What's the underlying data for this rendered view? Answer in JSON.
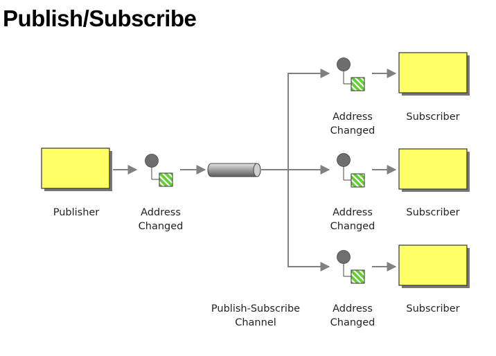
{
  "title": "Publish/Subscribe",
  "publisher": {
    "label": "Publisher"
  },
  "message": {
    "line1": "Address",
    "line2": "Changed"
  },
  "channel": {
    "line1": "Publish-Subscribe",
    "line2": "Channel"
  },
  "subscribers": [
    {
      "label": "Subscriber"
    },
    {
      "label": "Subscriber"
    },
    {
      "label": "Subscriber"
    }
  ],
  "colors": {
    "box_fill": "#ffff66",
    "box_stroke": "#333333",
    "arrow": "#808080",
    "message_fill": "#66cc33",
    "circle_fill": "#6e6e6e"
  }
}
